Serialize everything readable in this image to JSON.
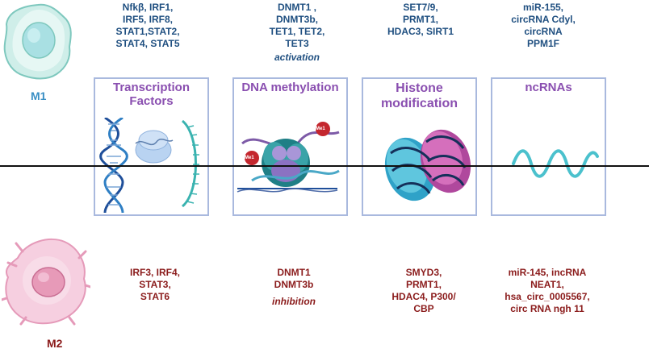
{
  "labels": {
    "m1": "M1",
    "m2": "M2"
  },
  "panels": [
    {
      "title_lines": [
        "Transcription",
        "Factors"
      ]
    },
    {
      "title_lines": [
        "DNA methylation"
      ]
    },
    {
      "title_lines": [
        "Histone",
        "modification"
      ]
    },
    {
      "title_lines": [
        "ncRNAs"
      ]
    }
  ],
  "top": {
    "tf": [
      "Nfkβ, IRF1,",
      "IRF5, IRF8,",
      "STAT1,STAT2,",
      "STAT4, STAT5"
    ],
    "dna": [
      "DNMT1 ,",
      "DNMT3b,",
      "TET1, TET2,",
      "TET3"
    ],
    "dna_note": "activation",
    "histone": [
      "SET7/9,",
      "PRMT1,",
      "HDAC3, SIRT1"
    ],
    "ncrna": [
      "miR-155,",
      "circRNA Cdyl,",
      "circRNA",
      "PPM1F"
    ]
  },
  "bottom": {
    "tf": [
      "IRF3, IRF4,",
      "STAT3,",
      "STAT6"
    ],
    "dna": [
      "DNMT1",
      "DNMT3b"
    ],
    "dna_note": "inhibition",
    "histone": [
      "SMYD3,",
      "PRMT1,",
      "HDAC4, P300/",
      "CBP"
    ],
    "ncrna": [
      "miR-145, incRNA",
      "NEAT1,",
      "hsa_circ_0005567,",
      "circ RNA ngh 11"
    ]
  },
  "me_label": "Me1",
  "colors": {
    "m1": "#3a8fc4",
    "m2": "#8b1c1c",
    "panel_border": "#a9b9de",
    "title": "#8a4fb0"
  }
}
